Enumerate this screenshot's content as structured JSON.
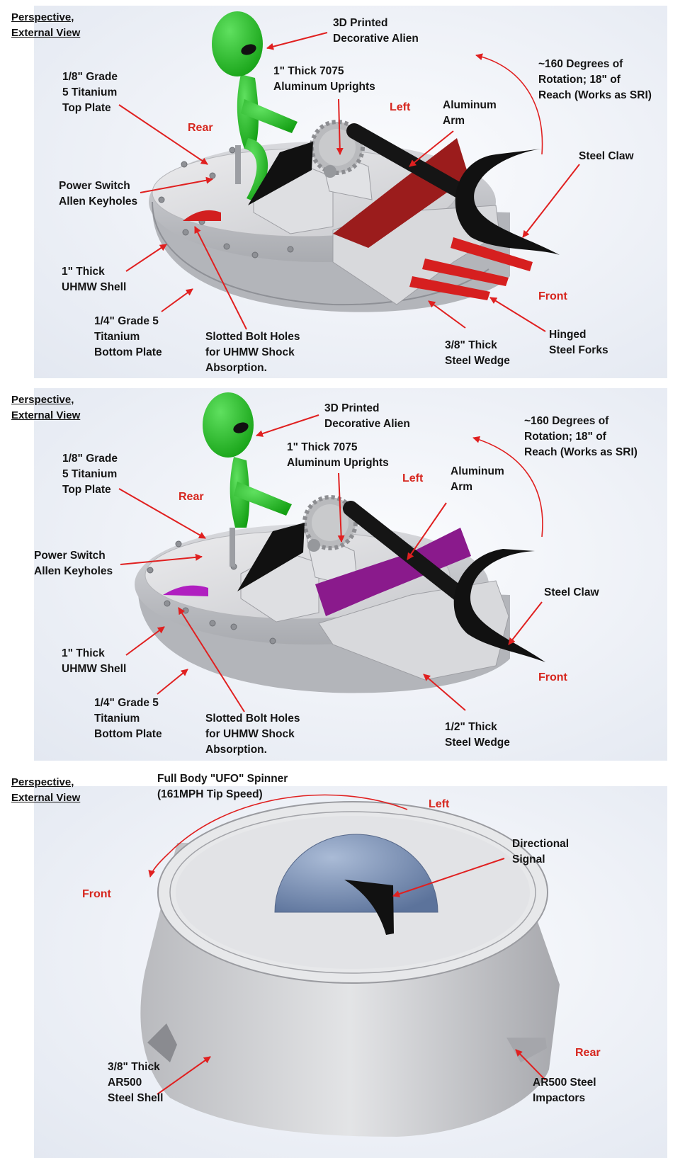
{
  "colors": {
    "annotation_arrow": "#e02020",
    "direction_label": "#d6261e",
    "alien_green": "#22bb22",
    "panel1_wedge": "#9b1c1c",
    "panel2_wedge": "#8a1a8c",
    "dome_blue": "#7a91b5"
  },
  "panels": [
    {
      "title": "Perspective,\nExternal View",
      "labels": {
        "alien": "3D Printed\nDecorative Alien",
        "top_plate": "1/8\" Grade\n5 Titanium\nTop Plate",
        "uprights": "1\" Thick 7075\nAluminum Uprights",
        "rotation": "~160 Degrees of\nRotation; 18\" of\nReach (Works as SRI)",
        "arm": "Aluminum\nArm",
        "claw": "Steel Claw",
        "switch": "Power Switch\nAllen Keyholes",
        "shell": "1\" Thick\nUHMW Shell",
        "bottom_plate": "1/4\" Grade 5\nTitanium\nBottom Plate",
        "slotted": "Slotted Bolt Holes\nfor UHMW Shock\nAbsorption.",
        "wedge": "3/8\" Thick\nSteel Wedge",
        "forks": "Hinged\nSteel Forks"
      },
      "directions": {
        "rear": "Rear",
        "left": "Left",
        "front": "Front"
      }
    },
    {
      "title": "Perspective,\nExternal View",
      "labels": {
        "alien": "3D Printed\nDecorative Alien",
        "top_plate": "1/8\" Grade\n5 Titanium\nTop Plate",
        "uprights": "1\" Thick 7075\nAluminum Uprights",
        "rotation": "~160 Degrees of\nRotation; 18\" of\nReach (Works as SRI)",
        "arm": "Aluminum\nArm",
        "claw": "Steel Claw",
        "switch": "Power Switch\nAllen Keyholes",
        "shell": "1\" Thick\nUHMW Shell",
        "bottom_plate": "1/4\" Grade 5\nTitanium\nBottom Plate",
        "slotted": "Slotted Bolt Holes\nfor UHMW Shock\nAbsorption.",
        "wedge": "1/2\" Thick\nSteel Wedge"
      },
      "directions": {
        "rear": "Rear",
        "left": "Left",
        "front": "Front"
      }
    },
    {
      "title": "Perspective,\nExternal View",
      "labels": {
        "spinner": "Full Body \"UFO\" Spinner\n(161MPH Tip Speed)",
        "signal": "Directional\nSignal",
        "shell": "3/8\" Thick\nAR500\nSteel Shell",
        "impactors": "AR500 Steel\nImpactors"
      },
      "directions": {
        "left": "Left",
        "front": "Front",
        "rear": "Rear"
      }
    }
  ]
}
